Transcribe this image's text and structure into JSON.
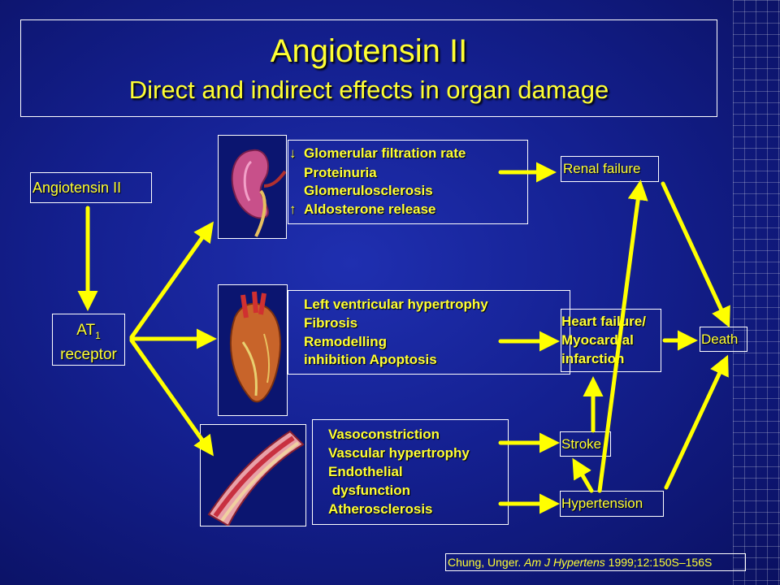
{
  "title": {
    "line1": "Angiotensin II",
    "line2": "Direct and indirect effects in organ damage"
  },
  "nodes": {
    "angiotensin": "Angiotensin II",
    "at1_main": "AT",
    "at1_sub": "1",
    "at1_line2": "receptor"
  },
  "effects": {
    "kidney": [
      {
        "prefix": "↓",
        "text": "Glomerular filtration rate"
      },
      {
        "prefix": "",
        "text": "Proteinuria"
      },
      {
        "prefix": "",
        "text": "Glomerulosclerosis"
      },
      {
        "prefix": "↑",
        "text": "Aldosterone release"
      }
    ],
    "heart": [
      "Left ventricular hypertrophy",
      "Fibrosis",
      "Remodelling",
      "inhibition Apoptosis"
    ],
    "vessel": [
      "Vasoconstriction",
      "Vascular hypertrophy",
      "Endothelial",
      " dysfunction",
      "Atherosclerosis"
    ]
  },
  "outcomes": {
    "renal": "Renal failure",
    "heart": [
      "Heart failure/",
      "Myocardial",
      "infarction"
    ],
    "stroke": "Stroke",
    "hypertension": "Hypertension",
    "death": "Death"
  },
  "images": {
    "kidney": "kidney-illustration",
    "heart": "heart-illustration",
    "vessel": "artery-illustration"
  },
  "citation": {
    "authors": "Chung, Unger. ",
    "journal": "Am J Hypertens",
    "ref": " 1999;12:150S–156S"
  },
  "colors": {
    "text": "#ffff33",
    "arrow": "#ffff00",
    "background": "#142090",
    "border": "#ffffff"
  }
}
